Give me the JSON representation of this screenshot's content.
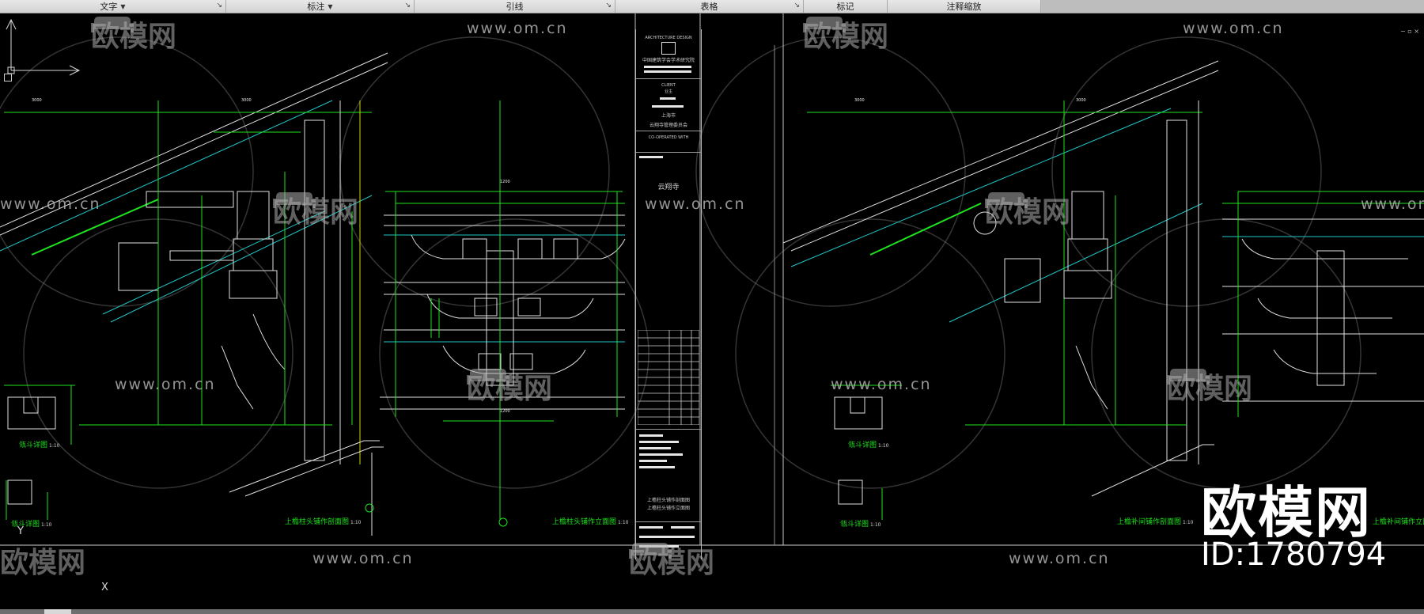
{
  "ribbon": {
    "panels": [
      {
        "label": "文字",
        "caret": true,
        "launcher": true
      },
      {
        "label": "标注",
        "caret": true,
        "launcher": true
      },
      {
        "label": "引线",
        "caret": false,
        "launcher": true
      },
      {
        "label": "表格",
        "caret": false,
        "launcher": true
      },
      {
        "label": "标记",
        "caret": false,
        "launcher": false
      },
      {
        "label": "注释缩放",
        "caret": false,
        "launcher": false
      }
    ]
  },
  "title_block": {
    "firm_en": "ARCHITECTURE DESIGN",
    "firm_cn": "中国建筑学会学术研究院",
    "client_en": "CLIENT",
    "client_cn": "业主",
    "city": "上海市",
    "client_name": "云翔寺管理委员会",
    "coop_en": "CO-OPERATED WITH",
    "project": "云翔寺",
    "drawing_title_1": "上檐柱头铺作剖面图",
    "drawing_title_2": "上檐柱头铺作立面图"
  },
  "drawings": {
    "left_section_label": "上檐柱头铺作剖面图",
    "left_elevation_label": "上檐柱头铺作立面图",
    "detail_label_1": "瓴斗详图",
    "detail_label_2": "瓴斗详图",
    "right_section_label": "上檐补间铺作剖面图",
    "right_elevation_label": "上檐补间铺作立面图",
    "detail_label_3": "瓴斗详图",
    "detail_label_4": "瓴斗详图",
    "scale_text": "1:10",
    "dims": [
      "3000",
      "3000",
      "1200",
      "1200",
      "3000",
      "3000"
    ]
  },
  "watermark": {
    "url": "www.om.cn",
    "brand_cn": "欧模网",
    "brand_id": "ID:1780794"
  },
  "axis": {
    "y_label": "Y",
    "x_label": "X"
  },
  "colors": {
    "ribbon_bg": "#dcdcdc",
    "canvas_bg": "#000000",
    "line_green": "#1ee31e",
    "line_cyan": "#21c7c7",
    "line_white": "#e0e0e0",
    "line_yellow": "#d8d800"
  }
}
